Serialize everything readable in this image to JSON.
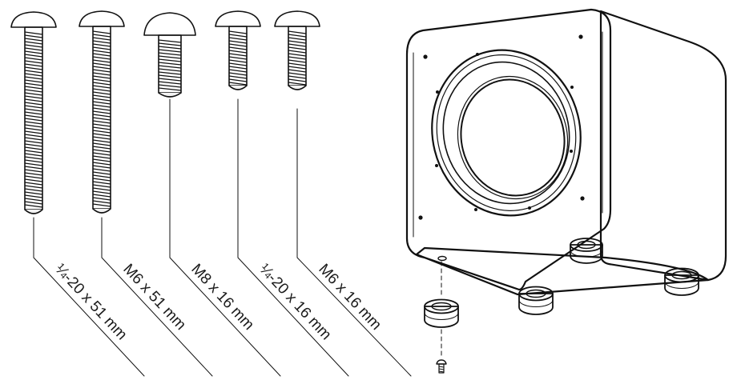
{
  "screws": [
    {
      "label": "¼-20 x 51 mm",
      "kind": "long-thread"
    },
    {
      "label": "M6 x 51 mm",
      "kind": "long-thread"
    },
    {
      "label": "M8 x 16 mm",
      "kind": "short-thread"
    },
    {
      "label": "¼-20 x 16 mm",
      "kind": "short-thread"
    },
    {
      "label": "M6 x 16 mm",
      "kind": "short-thread"
    }
  ],
  "colors": {
    "ink": "#111111",
    "background": "#ffffff",
    "fill_light": "#f2f2f2"
  }
}
